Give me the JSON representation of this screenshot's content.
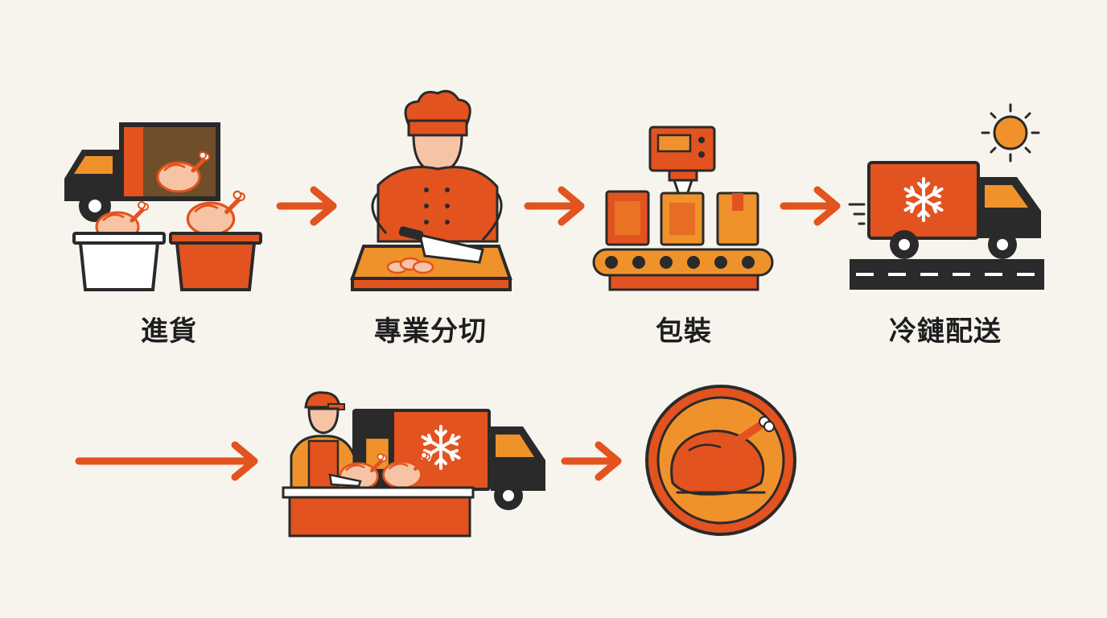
{
  "steps": [
    {
      "id": "receiving",
      "label": "進貨"
    },
    {
      "id": "cutting",
      "label": "專業分切"
    },
    {
      "id": "packaging",
      "label": "包裝"
    },
    {
      "id": "cold_chain",
      "label": "冷鏈配送"
    },
    {
      "id": "store",
      "label": ""
    },
    {
      "id": "finished_chicken",
      "label": ""
    }
  ],
  "colors": {
    "background": "#f7f4ee",
    "primary": "#e2531f",
    "secondary": "#f0922b",
    "outline": "#2a2a2a",
    "skin": "#f6c4a4",
    "sun": "#f0922b"
  },
  "icons": [
    "truck-icon",
    "chicken-icon",
    "chef-icon",
    "knife-icon",
    "packaging-machine-icon",
    "conveyor-icon",
    "refrigerated-truck-icon",
    "snowflake-icon",
    "sun-icon",
    "road-icon",
    "butcher-icon",
    "roast-chicken-icon",
    "arrow-icon"
  ]
}
